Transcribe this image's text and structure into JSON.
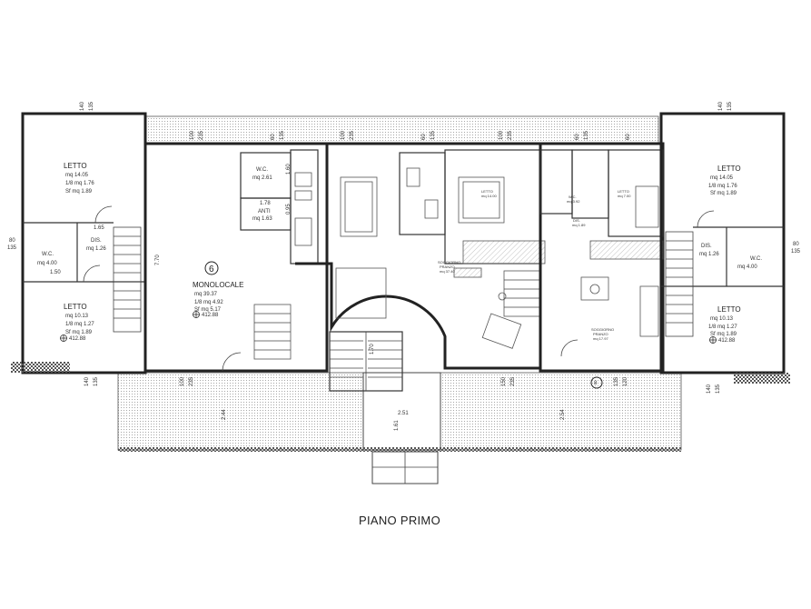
{
  "title": "PIANO PRIMO",
  "rooms": {
    "left_letto_top": {
      "name": "LETTO",
      "l1": "mq 14.05",
      "l2": "1/8 mq 1.76",
      "l3": "Sf mq 1.89"
    },
    "left_wc": {
      "name": "W.C.",
      "l1": "mq 4.00"
    },
    "left_dis": {
      "name": "DIS.",
      "l1": "mq 1.26"
    },
    "left_letto_bottom": {
      "name": "LETTO",
      "l1": "mq 10.13",
      "l2": "1/8 mq 1.27",
      "l3": "Sf mq 1.89"
    },
    "monolocale": {
      "name": "MONOLOCALE",
      "l1": "mq 39.37",
      "l2": "1/8 mq 4.92",
      "l3": "Sf mq 5.17"
    },
    "wc_center": {
      "name": "W.C.",
      "l1": "mq 2.61"
    },
    "anti": {
      "name": "1.78",
      "l1": "ANTI",
      "l2": "mq 1.63"
    },
    "letto_center": {
      "name": "LETTO",
      "l1": "mq 14.00"
    },
    "soggiorno_a": {
      "name": "SOGGIORNO",
      "l1": "PRANZO",
      "l2": "mq 37.40"
    },
    "soggiorno_b": {
      "name": "SOGGIORNO",
      "l1": "PRANZO",
      "l2": "mq 17.97"
    },
    "letto_small": {
      "name": "LETTO",
      "l1": "mq 7.00"
    },
    "wc_small": {
      "name": "W.C.",
      "l1": "mq 3.92"
    },
    "dis_small": {
      "name": "DIS.",
      "l1": "mq 1.89"
    },
    "right_letto_top": {
      "name": "LETTO",
      "l1": "mq 14.05",
      "l2": "1/8 mq 1.76",
      "l3": "Sf mq 1.89"
    },
    "right_wc": {
      "name": "W.C.",
      "l1": "mq 4.00"
    },
    "right_dis": {
      "name": "DIS.",
      "l1": "mq 1.26"
    },
    "right_letto_bottom": {
      "name": "LETTO",
      "l1": "mq 10.13",
      "l2": "1/8 mq 1.27",
      "l3": "Sf mq 1.89"
    }
  },
  "unit_numbers": {
    "left": "6",
    "right": "8"
  },
  "levels": {
    "left": "412.88",
    "mono": "412.88",
    "right": "412.88"
  },
  "dimensions": {
    "d140": "140",
    "d135": "135",
    "d80": "80",
    "d100": "100",
    "d235": "235",
    "d60": "60",
    "d150": "150",
    "d120": "120",
    "d165": "1.65",
    "d150b": "1.50",
    "d160": "1.60",
    "d095": "0.95",
    "d770": "7.70",
    "d170": "1.70",
    "d244": "2.44",
    "d251": "2.51",
    "d161": "1.61",
    "d254": "2.54"
  }
}
